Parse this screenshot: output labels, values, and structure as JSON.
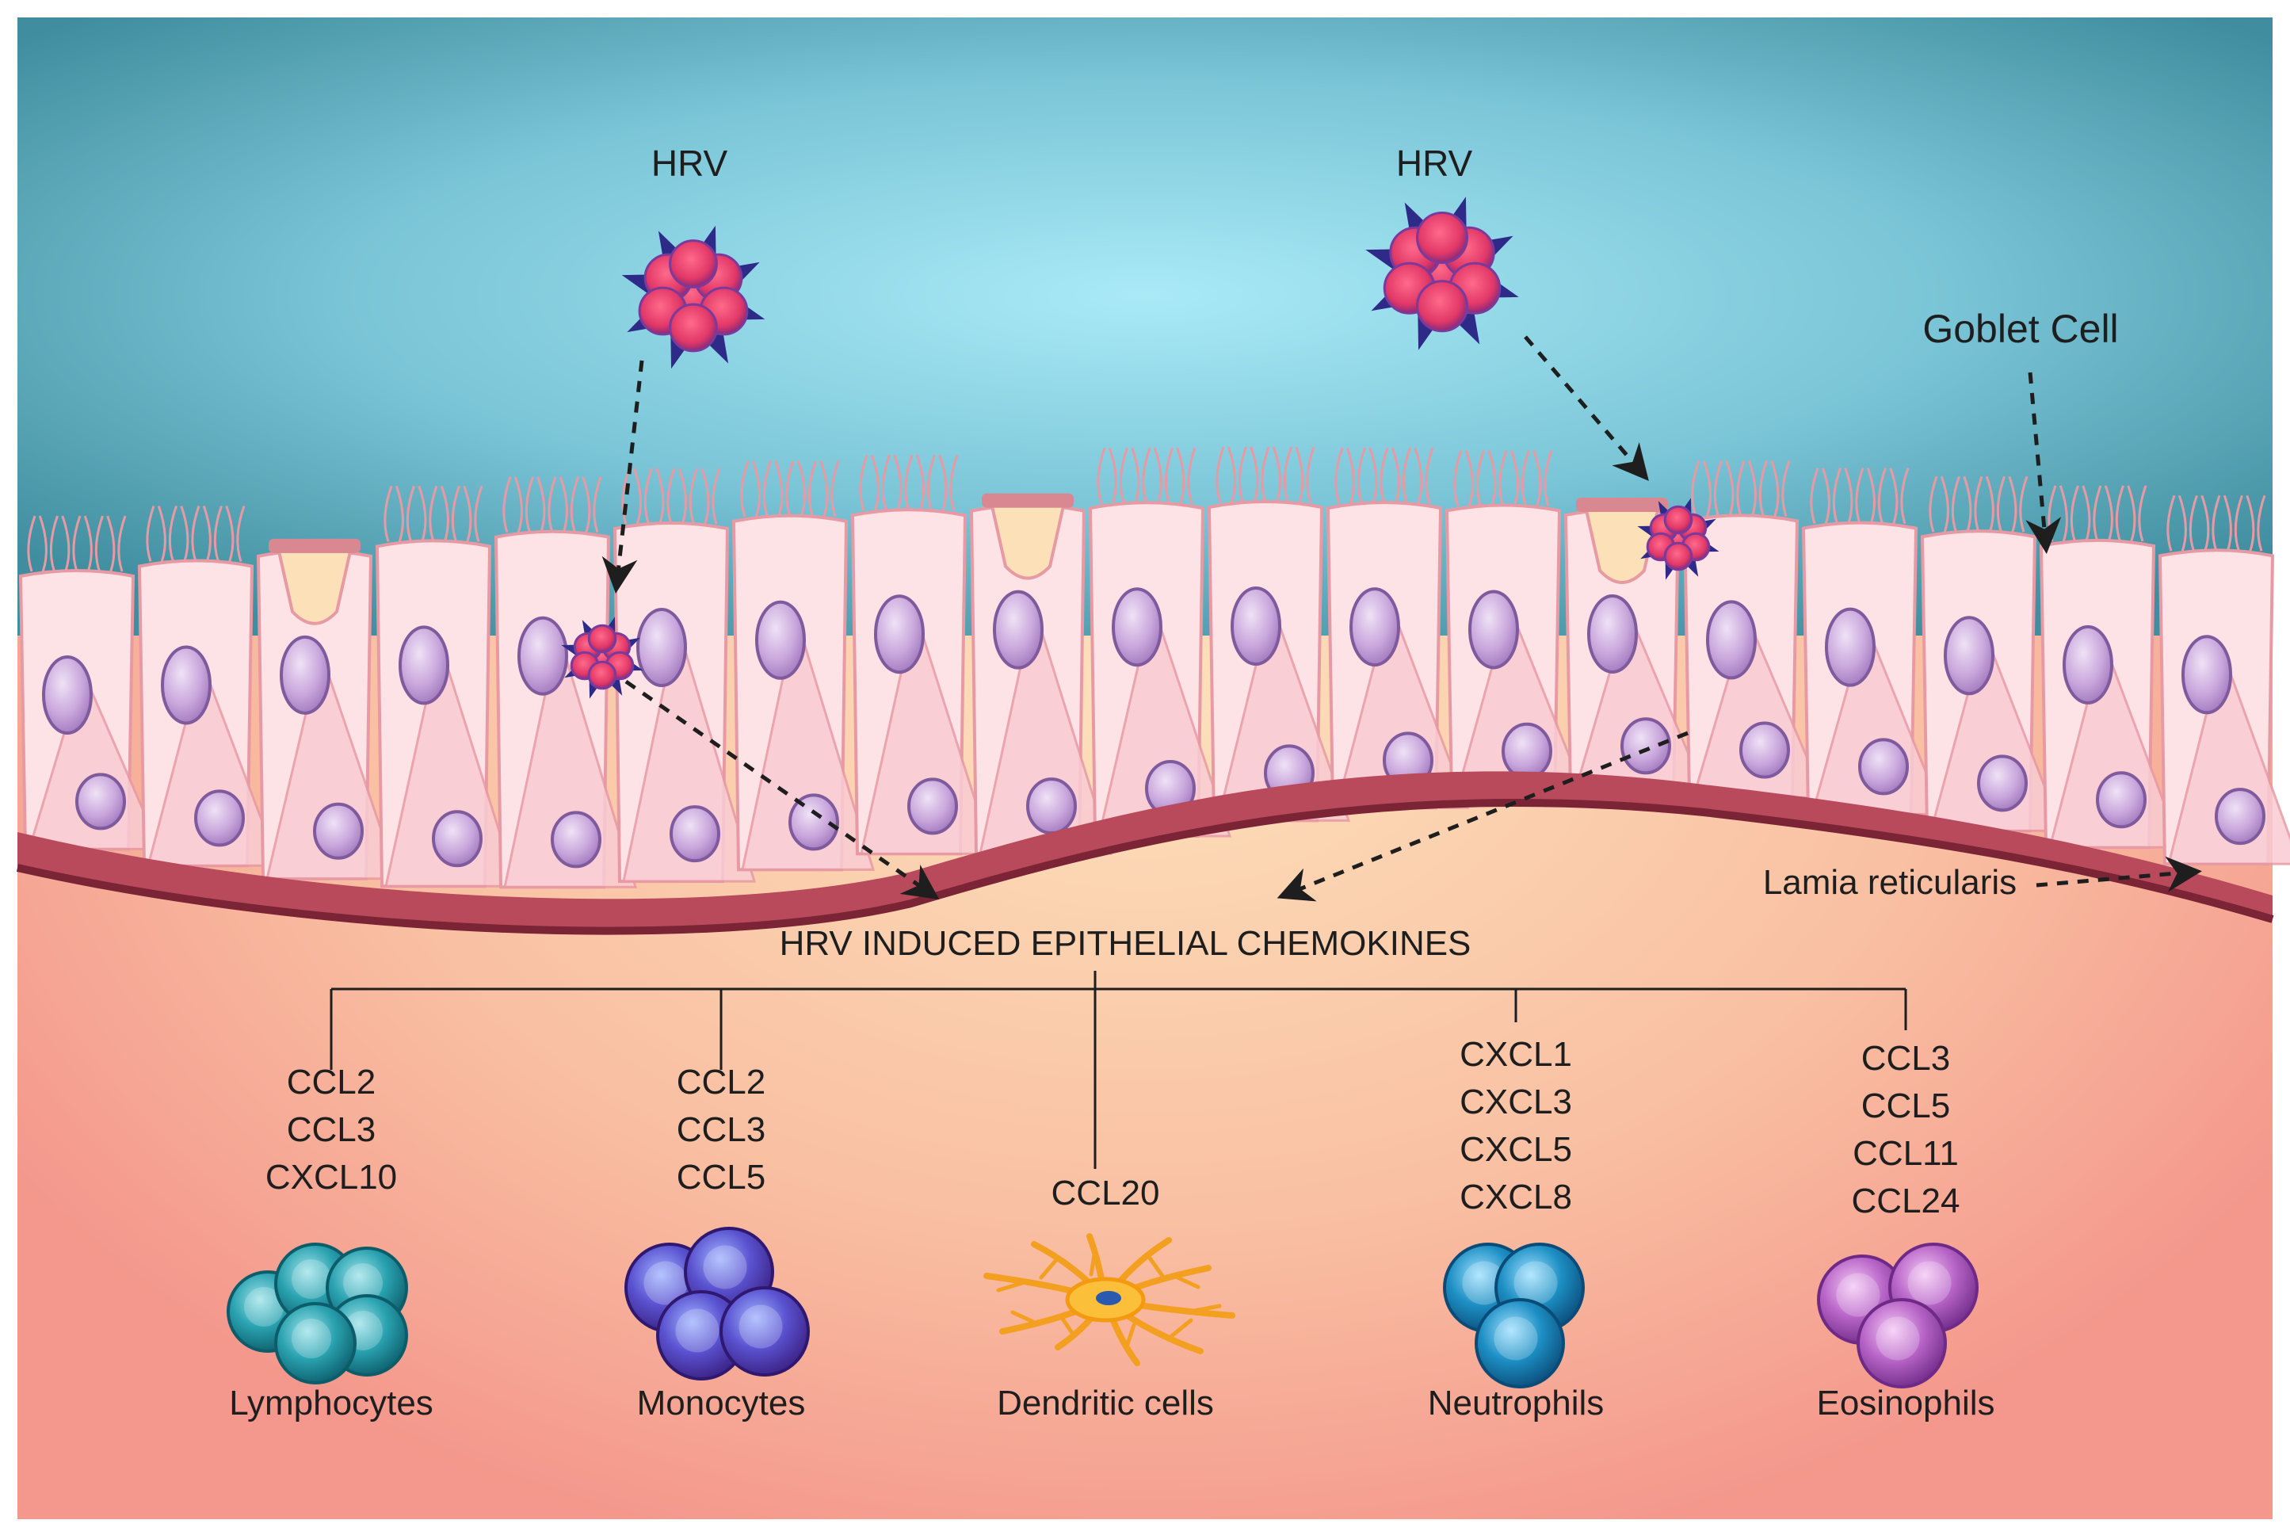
{
  "labels": {
    "hrv_left": "HRV",
    "hrv_right": "HRV",
    "goblet": "Goblet Cell",
    "lamina": "Lamia reticularis",
    "title": "HRV INDUCED EPITHELIAL CHEMOKINES"
  },
  "groups": [
    {
      "name": "Lymphocytes",
      "chemokines": [
        "CCL2",
        "CCL3",
        "CXCL10"
      ],
      "icon": "lymphocyte-cluster-icon",
      "color": "#1f8a98"
    },
    {
      "name": "Monocytes",
      "chemokines": [
        "CCL2",
        "CCL3",
        "CCL5"
      ],
      "icon": "monocyte-cluster-icon",
      "color": "#5a3fb0"
    },
    {
      "name": "Dendritic cells",
      "chemokines": [
        "CCL20"
      ],
      "icon": "dendritic-cell-icon",
      "color": "#f3a020"
    },
    {
      "name": "Neutrophils",
      "chemokines": [
        "CXCL1",
        "CXCL3",
        "CXCL5",
        "CXCL8"
      ],
      "icon": "neutrophil-cluster-icon",
      "color": "#1a7fb0"
    },
    {
      "name": "Eosinophils",
      "chemokines": [
        "CCL3",
        "CCL5",
        "CCL11",
        "CCL24"
      ],
      "icon": "eosinophil-cluster-icon",
      "color": "#b05ac0"
    }
  ],
  "colors": {
    "lumen": "#5aaec0",
    "cell_fill": "#fde3e6",
    "cell_stroke": "#e89aa4",
    "nucleus": "#c7a4d9",
    "membrane": "#b84a5c",
    "tissue": "#f7b9a0",
    "virus": "#e0406a"
  }
}
